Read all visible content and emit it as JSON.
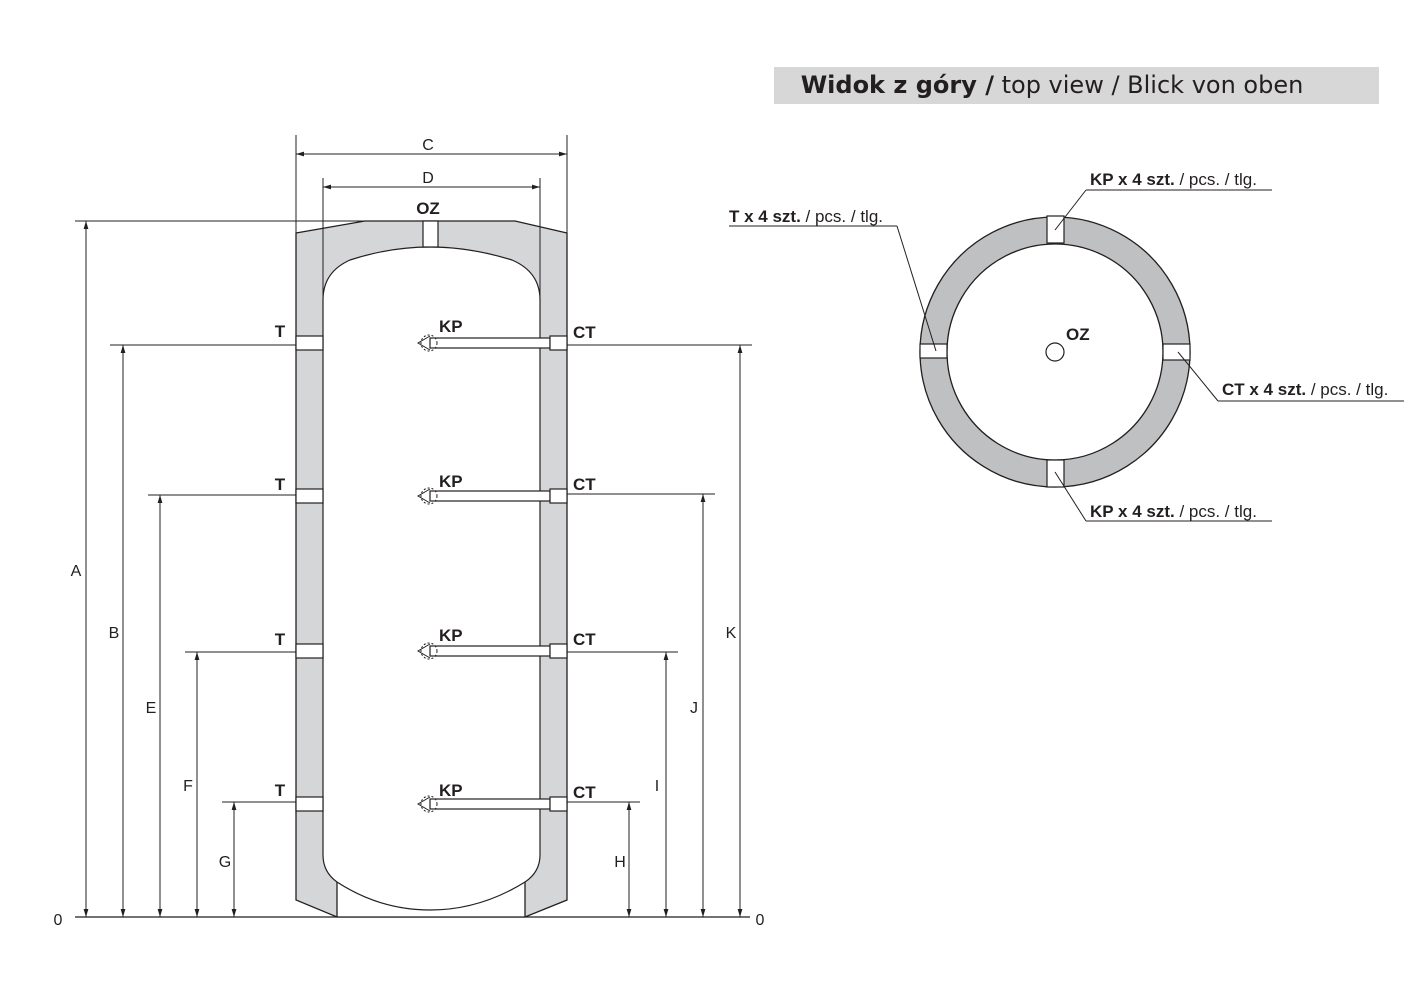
{
  "header": {
    "bold": "Widok z góry /",
    "rest": " top view / Blick von oben"
  },
  "side_view": {
    "top_connection": "OZ",
    "dimensions": {
      "A": "A",
      "B": "B",
      "C": "C",
      "D": "D",
      "E": "E",
      "F": "F",
      "G": "G",
      "H": "H",
      "I": "I",
      "J": "J",
      "K": "K",
      "zero_left": "0",
      "zero_right": "0"
    },
    "ports": [
      {
        "left": "T",
        "center": "KP",
        "right": "CT"
      },
      {
        "left": "T",
        "center": "KP",
        "right": "CT"
      },
      {
        "left": "T",
        "center": "KP",
        "right": "CT"
      },
      {
        "left": "T",
        "center": "KP",
        "right": "CT"
      }
    ]
  },
  "top_view": {
    "center_label": "OZ",
    "callouts": {
      "t": {
        "bold": "T x 4 szt.",
        "rest": " / pcs. / tlg."
      },
      "kp_top": {
        "bold": "KP x 4 szt.",
        "rest": " / pcs. / tlg."
      },
      "ct": {
        "bold": "CT x 4 szt.",
        "rest": " / pcs. / tlg."
      },
      "kp_bottom": {
        "bold": "KP x 4 szt.",
        "rest": " / pcs. / tlg."
      }
    }
  }
}
